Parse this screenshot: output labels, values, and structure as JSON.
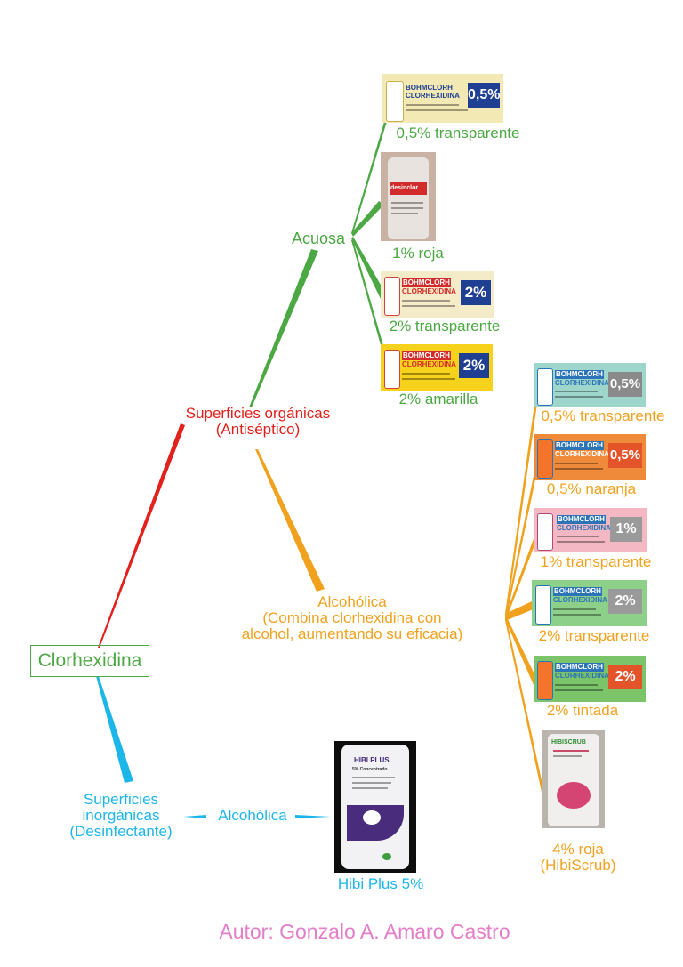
{
  "root": {
    "label": "Clorhexidina"
  },
  "organic": {
    "line1": "Superficies orgánicas",
    "line2": "(Antiséptico)"
  },
  "aqueous": {
    "label": "Acuosa",
    "items": [
      {
        "label": "0,5% transparente",
        "brand1": "BOHMCLORH",
        "brand2": "CLORHEXIDINA",
        "pct": "0,5%",
        "color": "#f3e9b5"
      },
      {
        "label": "1% roja",
        "brand1": "desinclor",
        "color": "#d8c0b0"
      },
      {
        "label": "2% transparente",
        "brand1": "BOHMCLORH",
        "brand2": "CLORHEXIDINA",
        "pct": "2%",
        "color": "#f4ecc9"
      },
      {
        "label": "2% amarilla",
        "brand1": "BOHMCLORH",
        "brand2": "CLORHEXIDINA",
        "pct": "2%",
        "color": "#f6d21c"
      }
    ]
  },
  "alcoholic": {
    "line1": "Alcohólica",
    "line2": "(Combina clorhexidina con",
    "line3": "alcohol, aumentando su eficacia)",
    "items": [
      {
        "label": "0,5% transparente",
        "brand1": "BOHMCLORH",
        "brand2": "CLORHEXIDINA",
        "pct": "0,5%",
        "color": "#9fd6cc"
      },
      {
        "label": "0,5% naranja",
        "brand1": "BOHMCLORH",
        "brand2": "CLORHEXIDINA",
        "pct": "0,5%",
        "color": "#f08a3b"
      },
      {
        "label": "1% transparente",
        "brand1": "BOHMCLORH",
        "brand2": "CLORHEXIDINA",
        "pct": "1%",
        "color": "#f4b8c4"
      },
      {
        "label": "2% transparente",
        "brand1": "BOHMCLORH",
        "brand2": "CLORHEXIDINA",
        "pct": "2%",
        "color": "#8dd08a"
      },
      {
        "label": "2% tintada",
        "brand1": "BOHMCLORH",
        "brand2": "CLORHEXIDINA",
        "pct": "2%",
        "color": "#7cc46a"
      },
      {
        "label1": "4% roja",
        "label2": "(HibiScrub)",
        "brand1": "HIBISCRUB",
        "color": "#e6e6e6"
      }
    ]
  },
  "inorganic": {
    "line1": "Superficies",
    "line2": "inorgánicas",
    "line3": "(Desinfectante)",
    "alcoholic_label": "Alcohólica",
    "product": {
      "label": "Hibi Plus 5%",
      "brand1": "HIBI PLUS",
      "brand2": "5% Concentrado"
    }
  },
  "author": "Autor: Gonzalo A. Amaro Castro",
  "colors": {
    "green": "#4ca843",
    "red": "#e2201c",
    "orange": "#f0a21f",
    "cyan": "#1db6e8",
    "pink": "#e47dc8",
    "blue_panel": "#1f3f93"
  }
}
